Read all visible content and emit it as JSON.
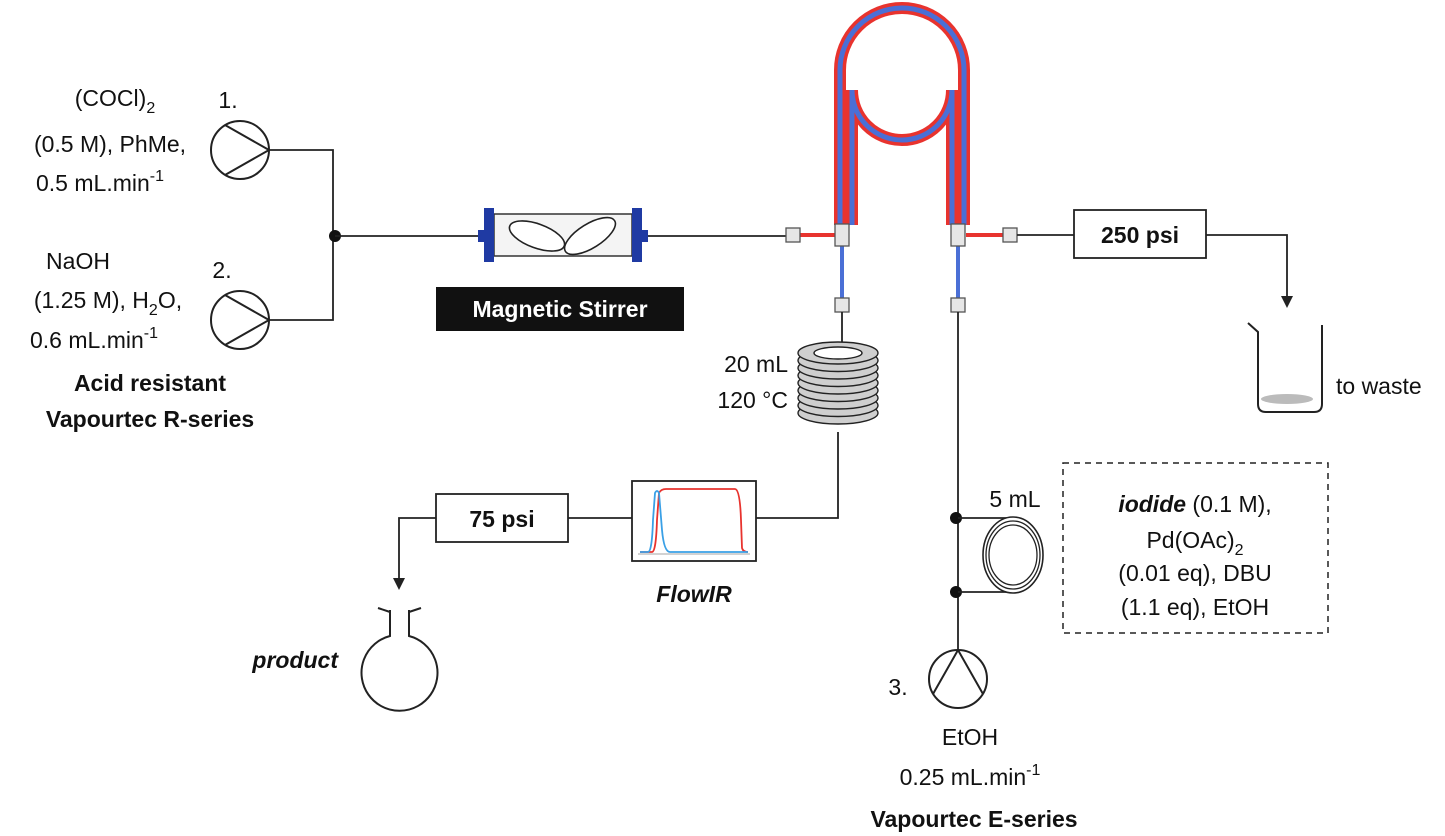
{
  "colors": {
    "hot_tube": "#e8332e",
    "cold_tube": "#4a6fd6",
    "stirrer_cap": "#1f3aa3",
    "ir_trace_red": "#e8332e",
    "ir_trace_blue": "#3aa0e6",
    "label_dark_bg": "#111111"
  },
  "pump1": {
    "number": "1.",
    "line1": "(COCl)",
    "line1_sub": "2",
    "line2": "(0.5 M), PhMe,",
    "line3": "0.5 mL.min",
    "line3_sup": "-1",
    "icon": "pump-icon"
  },
  "pump2": {
    "number": "2.",
    "line1": "NaOH",
    "line2a": "(1.25 M), H",
    "line2_sub": "2",
    "line2b": "O,",
    "line3": "0.6 mL.min",
    "line3_sup": "-1",
    "icon": "pump-icon"
  },
  "pump_group": {
    "line1": "Acid resistant",
    "line2": "Vapourtec R-series"
  },
  "stirrer": {
    "label": "Magnetic Stirrer",
    "icon": "stirrer-icon"
  },
  "reactor_coil": {
    "volume": "20 mL",
    "temperature": "120 °C",
    "icon": "coil-reactor-icon"
  },
  "bpr_waste": {
    "label": "250 psi"
  },
  "waste": {
    "label": "to waste",
    "icon": "beaker-icon"
  },
  "bpr_product": {
    "label": "75 psi"
  },
  "flowir": {
    "label": "FlowIR",
    "icon": "ir-spectrum-icon"
  },
  "product": {
    "label": "product",
    "icon": "round-flask-icon"
  },
  "loop": {
    "volume": "5 mL",
    "icon": "sample-loop-icon"
  },
  "reagents": {
    "line1_bold": "iodide",
    "line1_rest": " (0.1 M),",
    "line2": "Pd(OAc)",
    "line2_sub": "2",
    "line3": "(0.01 eq), DBU",
    "line4": "(1.1 eq), EtOH"
  },
  "pump3": {
    "number": "3.",
    "line1": "EtOH",
    "line2": "0.25 mL.min",
    "line2_sup": "-1",
    "group": "Vapourtec E-series",
    "icon": "pump-icon"
  }
}
